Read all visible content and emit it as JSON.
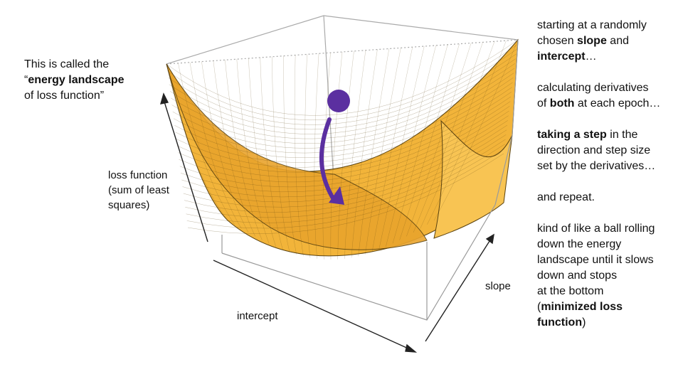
{
  "left_note": {
    "line1": "This is called the",
    "line2_prefix": "“",
    "line2_bold": "energy landscape",
    "line3": " of loss function”"
  },
  "axes": {
    "z_label": [
      "loss function",
      "(sum of least",
      "squares)"
    ],
    "x_label": "intercept",
    "y_label": "slope"
  },
  "right_notes": {
    "p1": {
      "l1": "starting at a randomly",
      "l2_pre": "chosen ",
      "l2_bold": "slope",
      "l2_post": " and",
      "l3_bold": "intercept",
      "l3_post": "…"
    },
    "p2": {
      "l1": "calculating derivatives",
      "l2_pre": "of ",
      "l2_bold": "both",
      "l2_post": " at each epoch…"
    },
    "p3": {
      "l1_bold": "taking a step",
      "l1_post": " in the",
      "l2": "direction and step size",
      "l3": "set by the derivatives…"
    },
    "p4": {
      "l1": "and repeat."
    },
    "p5": {
      "l1": "kind of like a ball rolling",
      "l2": "down the energy",
      "l3": "landscape until it slows",
      "l4": "down and stops",
      "l5": "at the bottom",
      "l6_pre": "(",
      "l6_bold": "minimized loss",
      "l7_bold": "function",
      "l7_post": ")"
    }
  },
  "colors": {
    "surface_fill": "#f2b43a",
    "surface_mesh": "#5a4210",
    "ball": "#5b2fa0",
    "box_line": "#9a9a9a"
  },
  "icons": {
    "ball": "ball-marker",
    "arrow": "descent-arrow"
  }
}
